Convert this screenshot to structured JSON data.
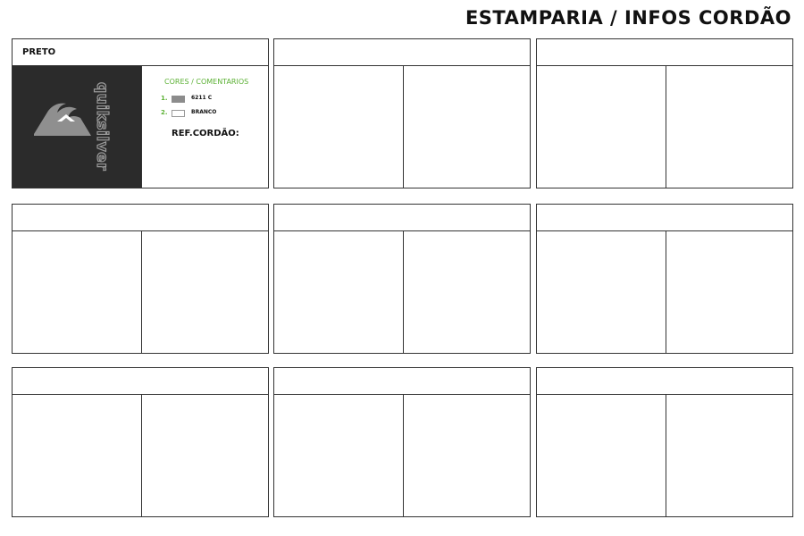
{
  "page": {
    "title": "ESTAMPARIA / INFOS CORDÃO"
  },
  "cards": [
    {
      "header": "PRETO",
      "logo": {
        "icon": "quiksilver-mountain-wave-icon",
        "brand": "quiksilver"
      },
      "colors_title": "CORES / COMENTARIOS",
      "colors": [
        {
          "number": "1.",
          "name": "6211 C",
          "swatch": "#8c8c8c"
        },
        {
          "number": "2.",
          "name": "BRANCO",
          "swatch": "#ffffff"
        }
      ],
      "ref_label": "REF.CORDÃO:"
    },
    {
      "header": ""
    },
    {
      "header": ""
    },
    {
      "header": ""
    },
    {
      "header": ""
    },
    {
      "header": ""
    },
    {
      "header": ""
    },
    {
      "header": ""
    },
    {
      "header": ""
    }
  ]
}
